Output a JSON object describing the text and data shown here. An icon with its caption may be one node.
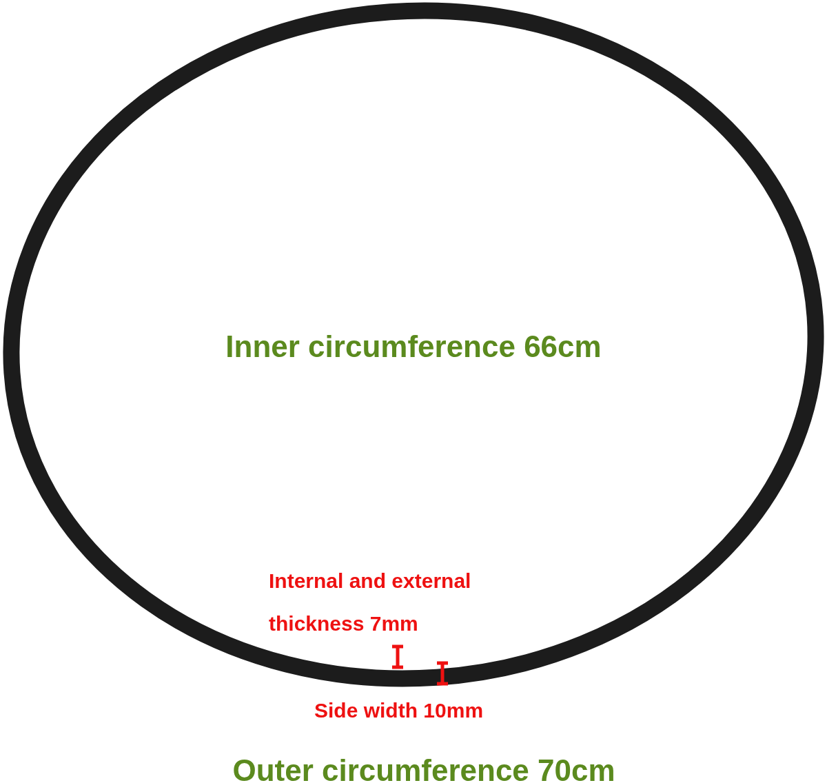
{
  "diagram": {
    "labels": [
      "Inner circumference 66cm",
      "Internal and external thickness 7mm",
      "Side width 10mm",
      "Outer circumference 70cm"
    ]
  }
}
